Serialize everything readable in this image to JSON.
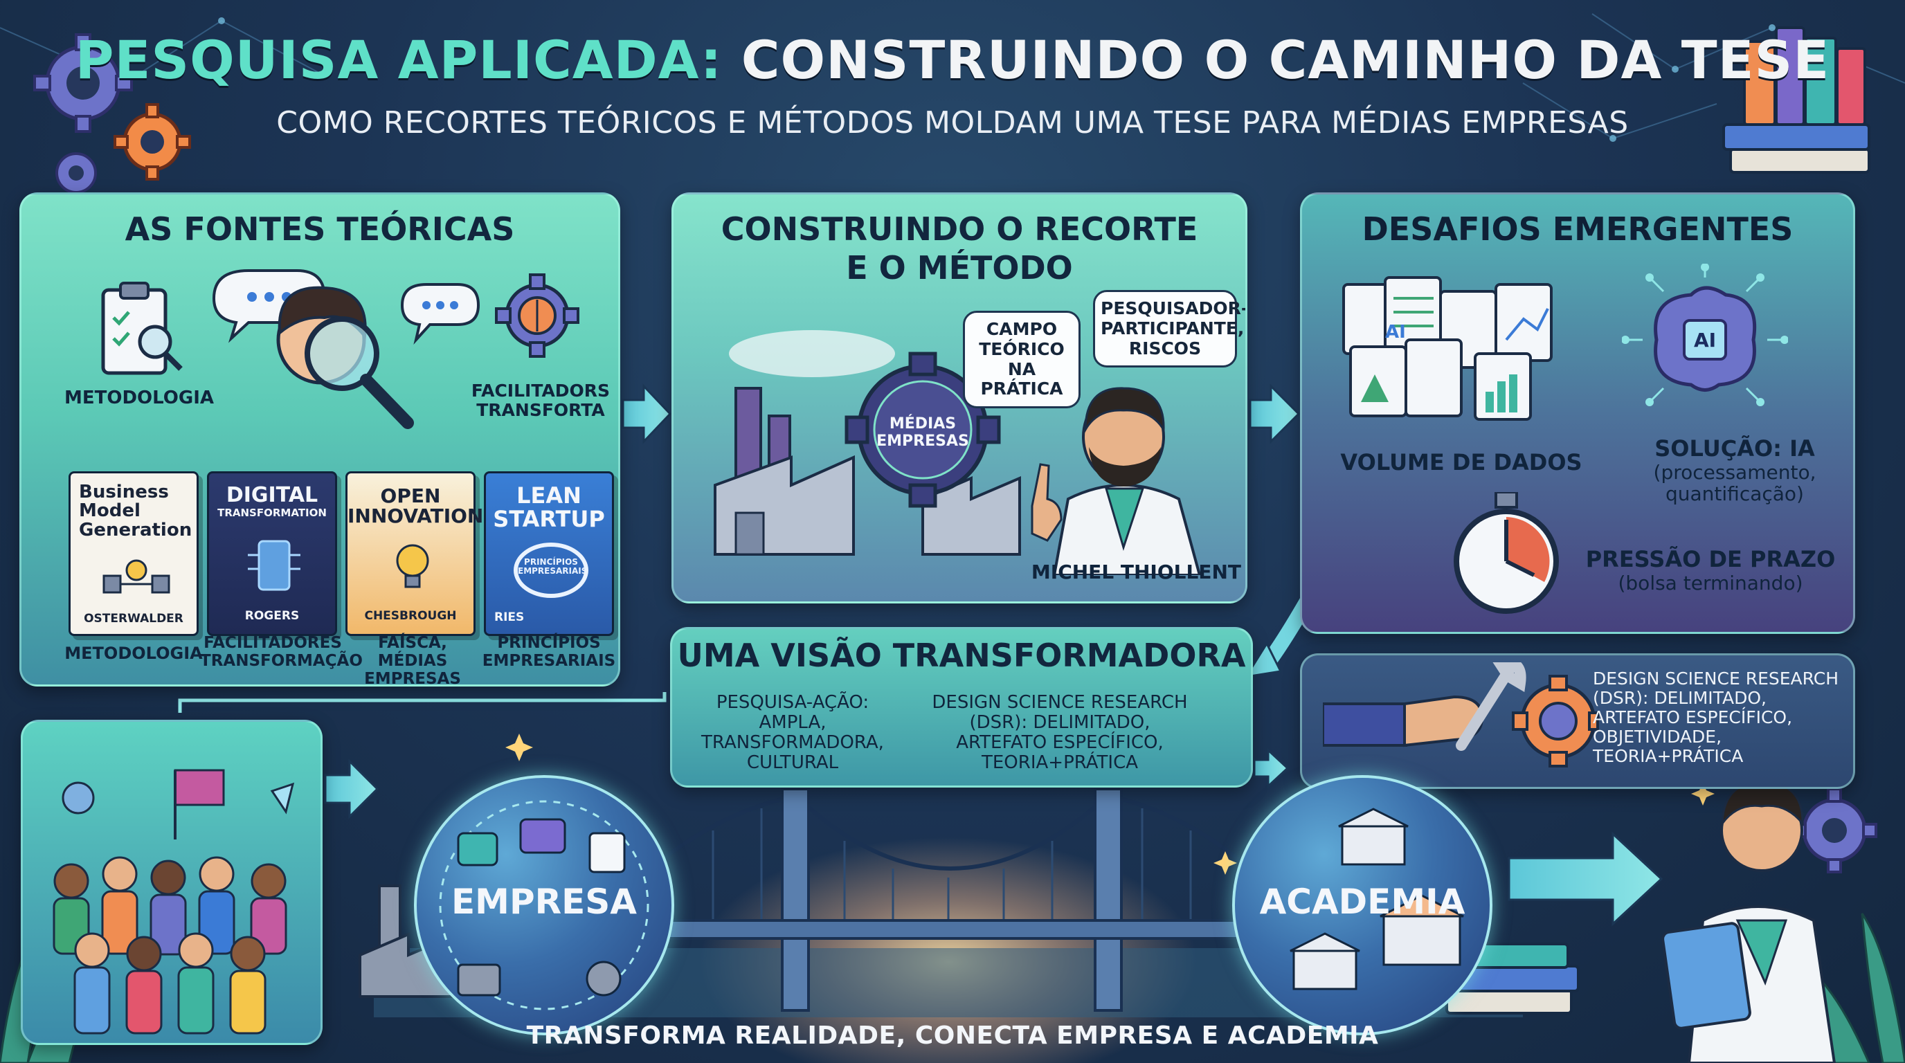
{
  "header": {
    "title_highlight": "PESQUISA APLICADA:",
    "title_rest": " CONSTRUINDO O CAMINHO DA TESE",
    "subtitle": "COMO RECORTES TEÓRICOS E MÉTODOS MOLDAM UMA TESE PARA MÉDIAS EMPRESAS"
  },
  "panel_sources": {
    "title": "AS FONTES TEÓRICAS",
    "left_label": "METODOLOGIA",
    "right_label_line1": "FACILITADORS",
    "right_label_line2": "TRANSFORTA",
    "books": [
      {
        "title_line1": "Business",
        "title_line2": "Model",
        "title_line3": "Generation",
        "author": "OSTERWALDER",
        "caption_line1": "METODOLOGIA",
        "caption_line2": ""
      },
      {
        "title_line1": "DIGITAL",
        "title_line2": "TRANSFORMATION",
        "title_line3": "",
        "author": "ROGERS",
        "caption_line1": "FACILITADORES",
        "caption_line2": "TRANSFORMAÇÃO"
      },
      {
        "title_line1": "OPEN",
        "title_line2": "INNOVATION",
        "title_line3": "",
        "author": "CHESBROUGH",
        "caption_line1": "FAÍSCA,",
        "caption_line2": "MÉDIAS EMPRESAS"
      },
      {
        "title_line1": "LEAN",
        "title_line2": "STARTUP",
        "title_line3": "PRINCÍPIOS EMPRESARIAIS",
        "author": "RIES",
        "caption_line1": "PRINCÍPIOS",
        "caption_line2": "EMPRESARIAIS"
      }
    ]
  },
  "panel_method": {
    "title_line1": "CONSTRUINDO O RECORTE",
    "title_line2": "E O MÉTODO",
    "bubble1_line1": "CAMPO",
    "bubble1_line2": "TEÓRICO NA",
    "bubble1_line3": "PRÁTICA",
    "bubble2_line1": "PESQUISADOR-",
    "bubble2_line2": "PARTICIPANTE,",
    "bubble2_line3": "RISCOS",
    "gear_line1": "MÉDIAS",
    "gear_line2": "EMPRESAS",
    "person": "MICHEL THIOLLENT"
  },
  "panel_challenges": {
    "title": "DESAFIOS EMERGENTES",
    "volume": "VOLUME DE DADOS",
    "ai_chip": "AI",
    "doc_ai": "AI",
    "solution_line1": "SOLUÇÃO: IA",
    "solution_line2": "(processamento,",
    "solution_line3": "quantificação)",
    "pressure_line1": "PRESSÃO DE PRAZO",
    "pressure_line2": "(bolsa terminando)"
  },
  "panel_vision": {
    "title": "UMA VISÃO TRANSFORMADORA",
    "left_line1": "PESQUISA-AÇÃO:",
    "left_line2": "AMPLA,",
    "left_line3": "TRANSFORMADORA,",
    "left_line4": "CULTURAL",
    "right_line1": "DESIGN SCIENCE RESEARCH",
    "right_line2": "(DSR): DELIMITADO,",
    "right_line3": "ARTEFATO ESPECÍFICO,",
    "right_line4": "TEORIA+PRÁTICA"
  },
  "panel_dsr": {
    "line1": "DESIGN SCIENCE RESEARCH",
    "line2": "(DSR): DELIMITADO,",
    "line3": "ARTEFATO ESPECÍFICO,",
    "line4": "OBJETIVIDADE,",
    "line5": "TEORIA+PRÁTICA"
  },
  "bridge": {
    "left_globe": "EMPRESA",
    "right_globe": "ACADEMIA"
  },
  "footer": {
    "text": "TRANSFORMA REALIDADE, CONECTA EMPRESA E ACADEMIA"
  },
  "colors": {
    "accent": "#5fe0c8",
    "arrow": "#74d6e0",
    "panel_border": "#b4fff0",
    "dark_text": "#12263e"
  }
}
